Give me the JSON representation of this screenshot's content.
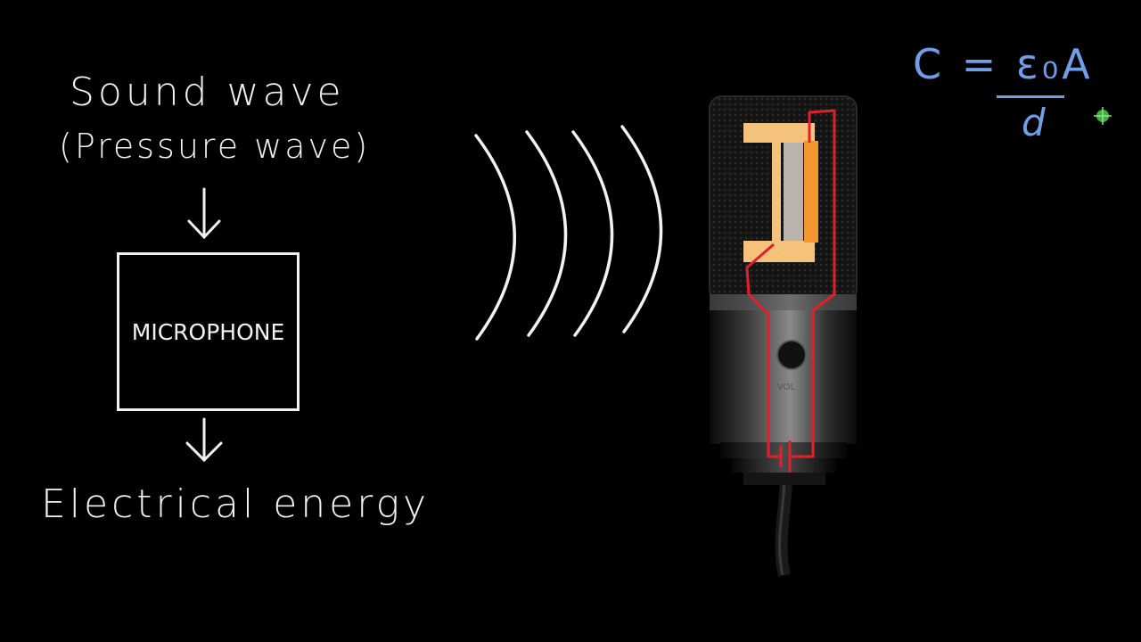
{
  "diagram": {
    "heading_line1": "Sound wave",
    "heading_line2": "(Pressure wave)",
    "box_label": "MICROPHONE",
    "output_label": "Electrical energy"
  },
  "formula": {
    "lhs": "C = ε₀A",
    "denominator": "d"
  },
  "colors": {
    "chalk": "#f2f2f2",
    "formula": "#6f9fe8",
    "wire": "#e0202a",
    "plate_light": "#f4c27a",
    "plate_orange": "#f29630",
    "diaphragm": "#b9b2ad",
    "cursor": "#3cb043"
  }
}
